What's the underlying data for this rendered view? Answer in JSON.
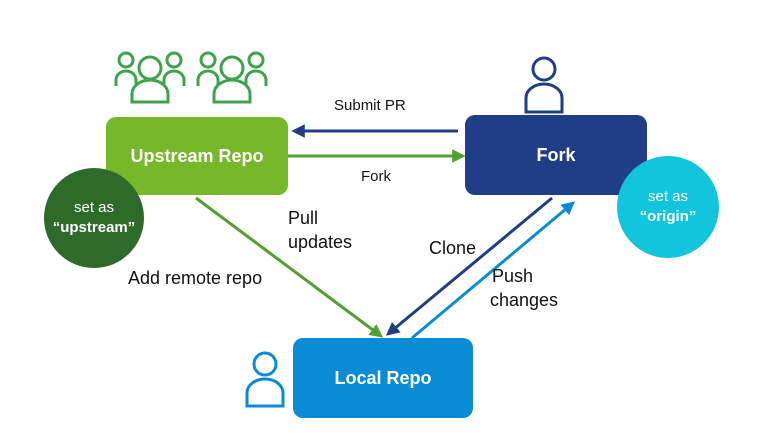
{
  "nodes": {
    "upstream": {
      "label": "Upstream Repo"
    },
    "fork": {
      "label": "Fork"
    },
    "local": {
      "label": "Local Repo"
    }
  },
  "badges": {
    "upstream": {
      "line1": "set as",
      "line2": "“upstream”"
    },
    "origin": {
      "line1": "set as",
      "line2": "“origin”"
    }
  },
  "edges": {
    "submit_pr": "Submit PR",
    "fork": "Fork",
    "pull_updates_1": "Pull",
    "pull_updates_2": "updates",
    "add_remote": "Add remote repo",
    "clone": "Clone",
    "push_changes_1": "Push",
    "push_changes_2": "changes"
  },
  "icons": {
    "team": "group-of-users-icon",
    "fork_owner": "user-icon",
    "local_user": "user-icon"
  },
  "colors": {
    "upstream": "#76b82a",
    "upstream_badge": "#2e6b2b",
    "fork": "#1f3e87",
    "origin_badge": "#12c4dc",
    "local": "#0a8bd6",
    "arrow_green": "#52a030",
    "arrow_navy": "#1f3e87",
    "arrow_blue": "#0a8bd6",
    "icon_green": "#3ea34a",
    "icon_navy": "#1f3e87",
    "icon_blue": "#0a8bd6"
  }
}
